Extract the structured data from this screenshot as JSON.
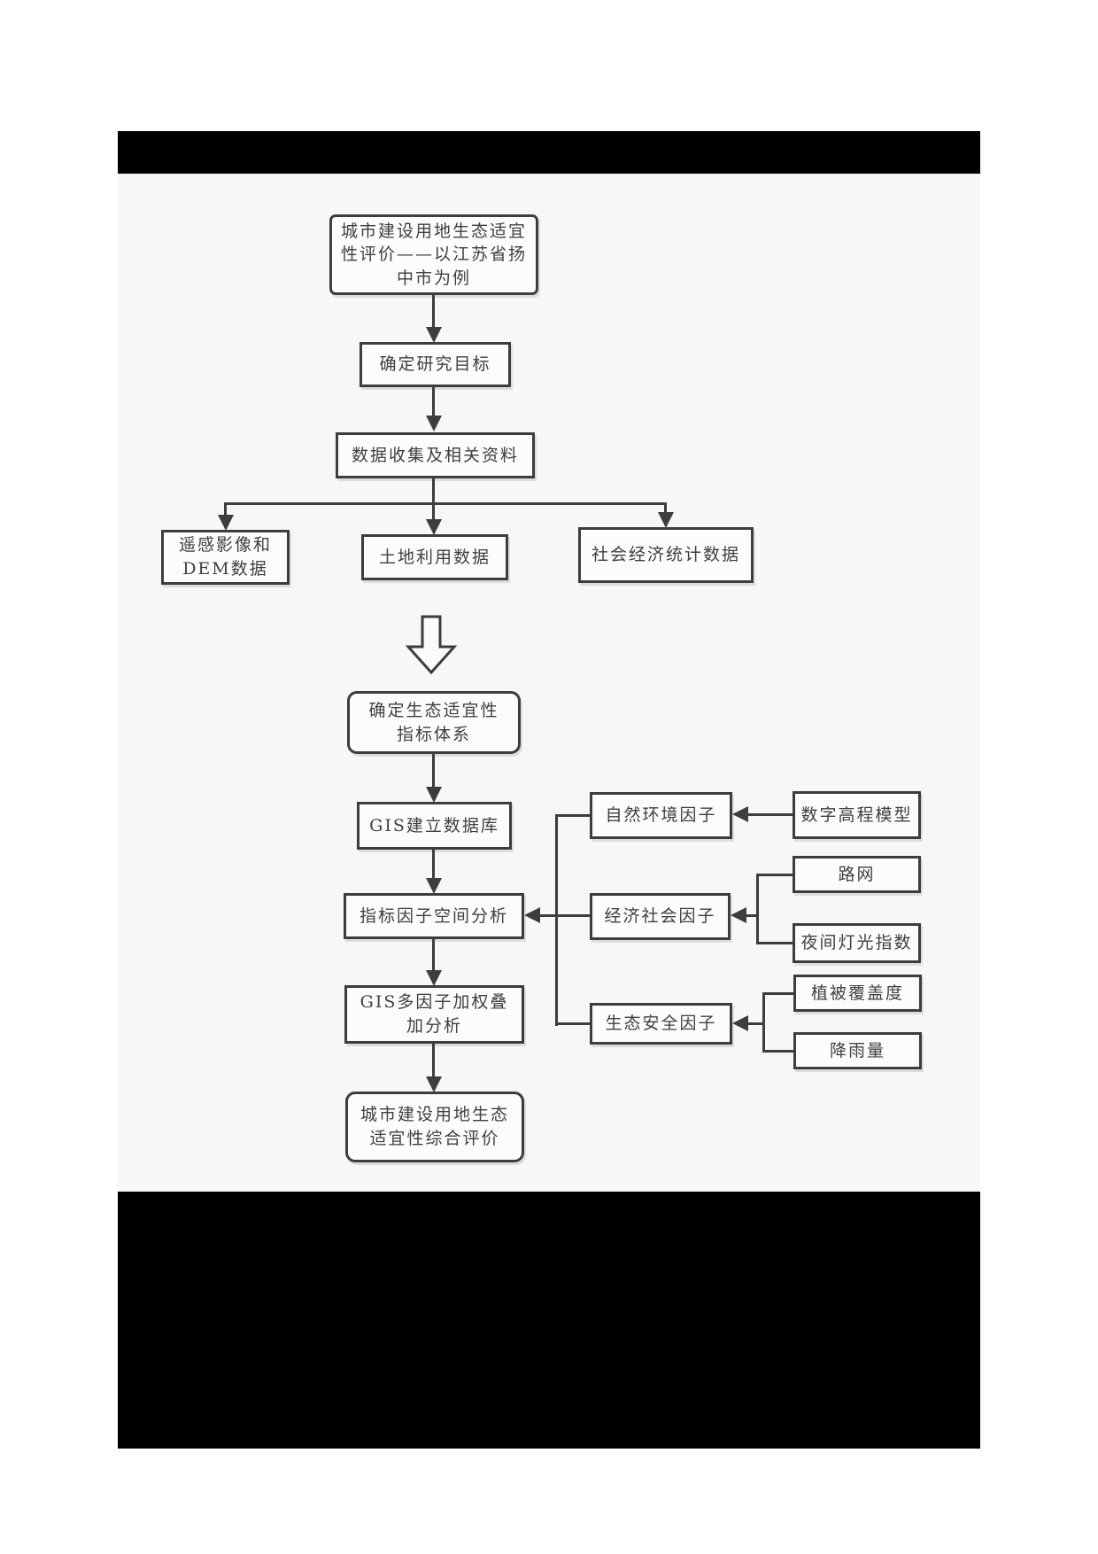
{
  "figure": {
    "colors": {
      "line": "#3d3d3d",
      "text": "#3f3f3f",
      "figure_background": "#f7f7f7",
      "redaction": "#000000"
    },
    "nodes": {
      "title": "城市建设用地生态适宜\n性评价——以江苏省扬\n中市为例",
      "goal": "确定研究目标",
      "collect": "数据收集及相关资料",
      "remote": "遥感影像和\nDEM数据",
      "landuse": "土地利用数据",
      "socio": "社会经济统计数据",
      "index_system": "确定生态适宜性\n指标体系",
      "gis_db": "GIS建立数据库",
      "spatial": "指标因子空间分析",
      "weighted": "GIS多因子加权叠\n加分析",
      "final": "城市建设用地生态\n适宜性综合评价",
      "nat_factor": "自然环境因子",
      "eco_factor": "经济社会因子",
      "safety_factor": "生态安全因子",
      "dem": "数字高程模型",
      "road": "路网",
      "light": "夜间灯光指数",
      "veg": "植被覆盖度",
      "rain": "降雨量"
    }
  }
}
